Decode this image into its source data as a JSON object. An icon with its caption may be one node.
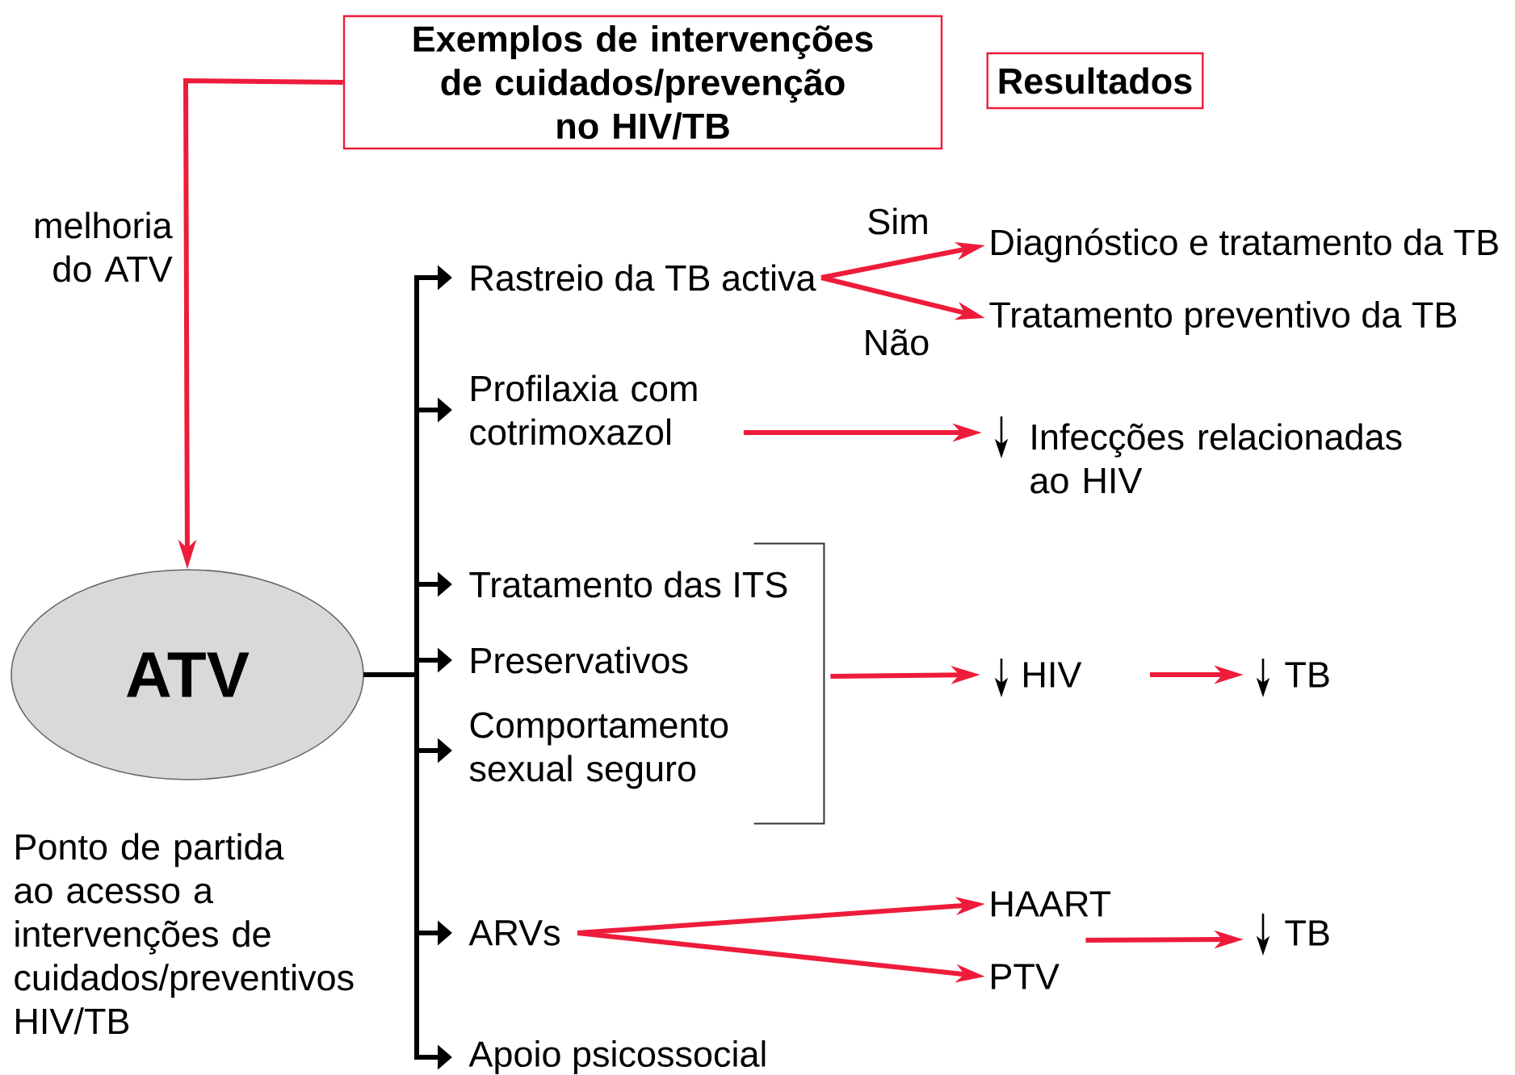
{
  "diagram": {
    "nodes": [
      {
        "text": [
          "Exemplos de intervenções de cuidados/prevenção no HIV/TB"
        ]
      },
      {
        "text": [
          "Resultados"
        ]
      },
      {
        "text": [
          "ATV"
        ],
        "beside": [
          "Ponto de partida ao acesso a intervenções de cuidados/preventivos HIV/TB"
        ]
      },
      {
        "text": [
          "Rastreio da TB activa"
        ]
      },
      {
        "text": [
          "Profilaxia com cotrimoxazol"
        ]
      },
      {
        "text": [
          "Tratamento das ITS"
        ]
      },
      {
        "text": [
          "Preservativos"
        ]
      },
      {
        "text": [
          "Comportamento sexual seguro"
        ]
      },
      {
        "text": [
          "ARVs"
        ]
      },
      {
        "text": [
          "Apoio psicossocial"
        ]
      },
      {
        "text": [
          "Diagnóstico e tratamento da TB"
        ]
      },
      {
        "text": [
          "Tratamento preventivo da TB"
        ]
      },
      {
        "text": [
          "Infecções relacionadas ao HIV"
        ]
      },
      {
        "text": [
          "HIV"
        ]
      },
      {
        "text": [
          "TB"
        ]
      },
      {
        "text": [
          "HAART"
        ]
      },
      {
        "text": [
          "PTV"
        ]
      },
      {
        "text": [
          "TB"
        ]
      },
      {
        "text": [],
        "shape": "bracket"
      }
    ],
    "edges": [
      {
        "from": 0,
        "to": 2,
        "arrow": "to",
        "label": "melhoria do ATV"
      },
      {
        "from": 2,
        "to": 3,
        "arrow": "to",
        "color": "#000000"
      },
      {
        "from": 2,
        "to": 4,
        "arrow": "to",
        "color": "#000000"
      },
      {
        "from": 2,
        "to": 5,
        "arrow": "to",
        "color": "#000000"
      },
      {
        "from": 2,
        "to": 6,
        "arrow": "to",
        "color": "#000000"
      },
      {
        "from": 2,
        "to": 7,
        "arrow": "to",
        "color": "#000000"
      },
      {
        "from": 2,
        "to": 8,
        "arrow": "to",
        "color": "#000000"
      },
      {
        "from": 2,
        "to": 9,
        "arrow": "to",
        "color": "#000000"
      },
      {
        "from": 3,
        "to": 10,
        "arrow": "to",
        "label": "Sim"
      },
      {
        "from": 3,
        "to": 11,
        "arrow": "to",
        "label": "Não"
      },
      {
        "from": 4,
        "to": 12,
        "arrow": "to"
      },
      {
        "from": 18,
        "to": 13,
        "arrow": "to"
      },
      {
        "from": 13,
        "to": 14,
        "arrow": "to"
      },
      {
        "from": 8,
        "to": 15,
        "arrow": "to"
      },
      {
        "from": 8,
        "to": 16,
        "arrow": "to"
      },
      {
        "from": 15,
        "to": 17,
        "arrow": "to"
      },
      {
        "from": 16,
        "to": 17,
        "arrow": "to"
      }
    ]
  }
}
